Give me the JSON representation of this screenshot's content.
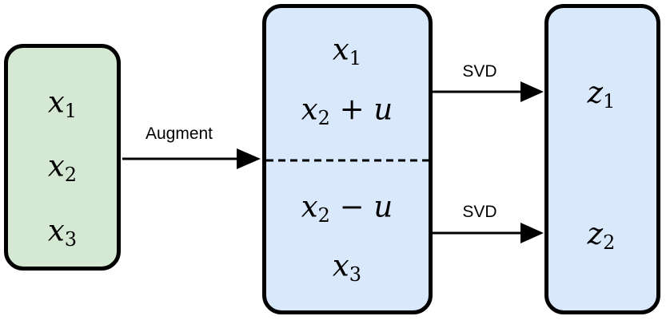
{
  "input_block": {
    "items": [
      {
        "var": "x",
        "sub": "1",
        "rest": ""
      },
      {
        "var": "x",
        "sub": "2",
        "rest": ""
      },
      {
        "var": "x",
        "sub": "3",
        "rest": ""
      }
    ]
  },
  "augment_label": "Augment",
  "augmented_block": {
    "top_items": [
      {
        "var": "x",
        "sub": "1",
        "rest": ""
      },
      {
        "var": "x",
        "sub": "2",
        "rest": " + u"
      }
    ],
    "bottom_items": [
      {
        "var": "x",
        "sub": "2",
        "rest": " − u"
      },
      {
        "var": "x",
        "sub": "3",
        "rest": ""
      }
    ]
  },
  "svd_labels": [
    "SVD",
    "SVD"
  ],
  "output_block": {
    "items": [
      {
        "var": "z",
        "sub": "1",
        "rest": ""
      },
      {
        "var": "z",
        "sub": "2",
        "rest": ""
      }
    ]
  },
  "colors": {
    "input_fill": "#d5e8d4",
    "block_fill": "#dae8fc",
    "stroke": "#000000"
  }
}
